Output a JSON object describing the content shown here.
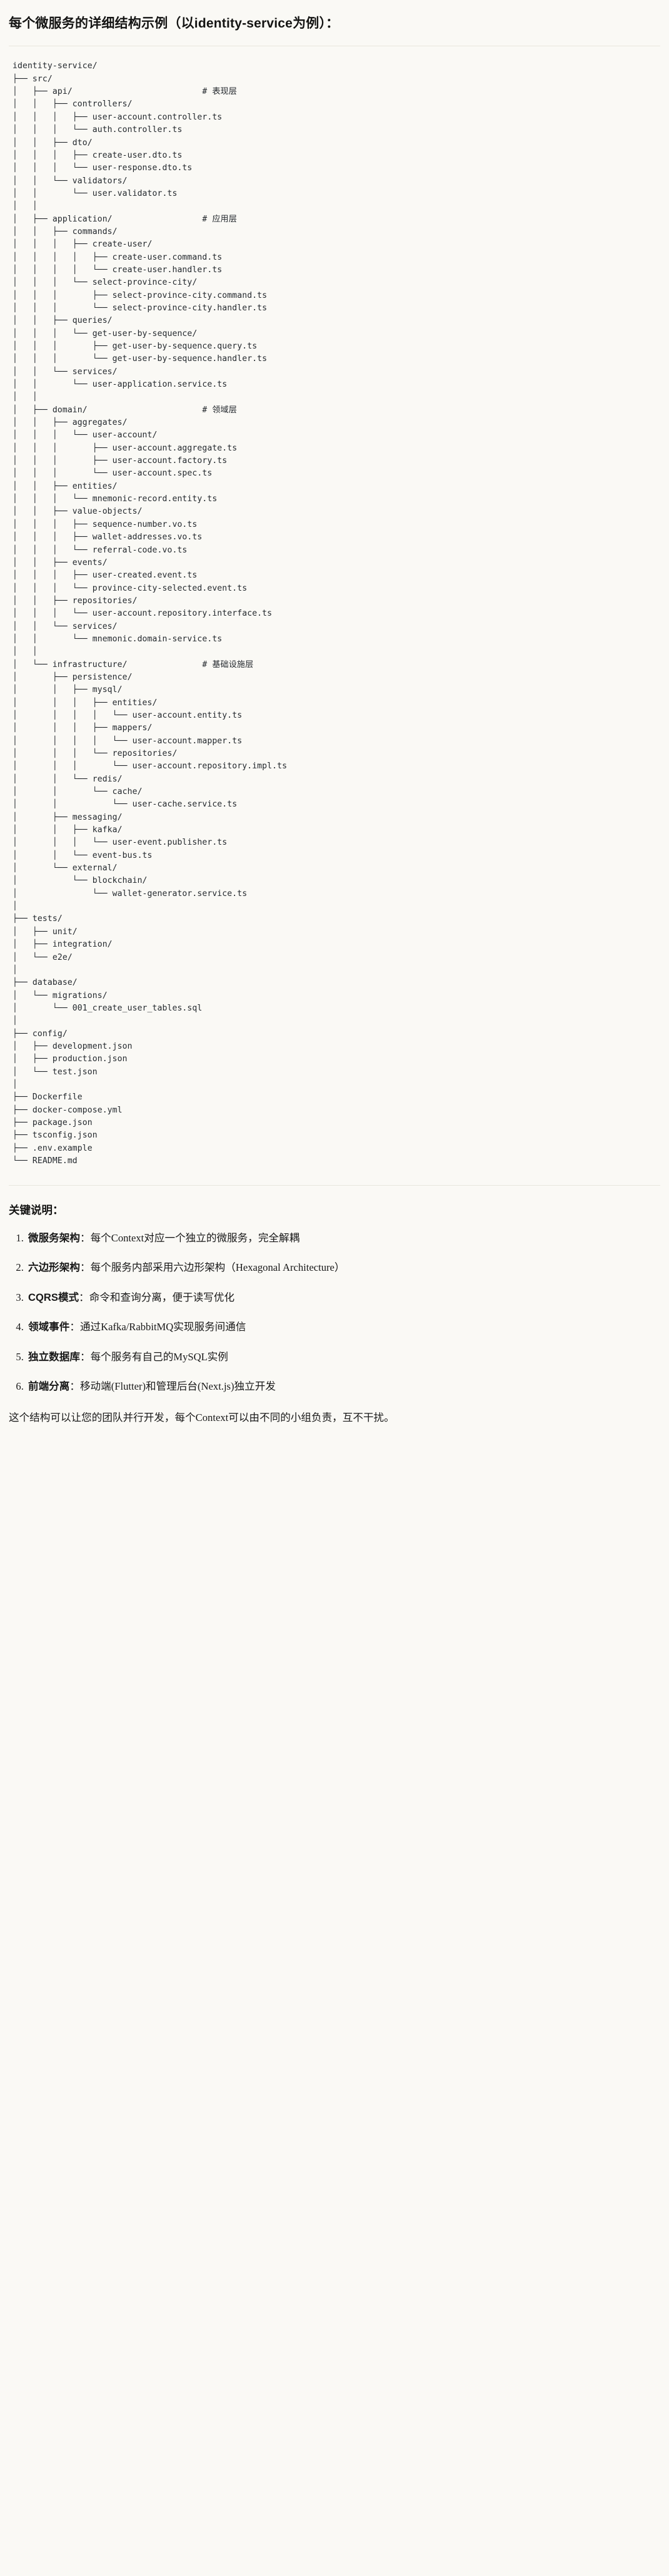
{
  "heading": "每个微服务的详细结构示例（以identity-service为例）：",
  "tree": {
    "root": "identity-service/",
    "text": "identity-service/\n├── src/\n│   ├── api/                          # 表现层\n│   │   ├── controllers/\n│   │   │   ├── user-account.controller.ts\n│   │   │   └── auth.controller.ts\n│   │   ├── dto/\n│   │   │   ├── create-user.dto.ts\n│   │   │   └── user-response.dto.ts\n│   │   └── validators/\n│   │       └── user.validator.ts\n│   │\n│   ├── application/                  # 应用层\n│   │   ├── commands/\n│   │   │   ├── create-user/\n│   │   │   │   ├── create-user.command.ts\n│   │   │   │   └── create-user.handler.ts\n│   │   │   └── select-province-city/\n│   │   │       ├── select-province-city.command.ts\n│   │   │       └── select-province-city.handler.ts\n│   │   ├── queries/\n│   │   │   └── get-user-by-sequence/\n│   │   │       ├── get-user-by-sequence.query.ts\n│   │   │       └── get-user-by-sequence.handler.ts\n│   │   └── services/\n│   │       └── user-application.service.ts\n│   │\n│   ├── domain/                       # 领域层\n│   │   ├── aggregates/\n│   │   │   └── user-account/\n│   │   │       ├── user-account.aggregate.ts\n│   │   │       ├── user-account.factory.ts\n│   │   │       └── user-account.spec.ts\n│   │   ├── entities/\n│   │   │   └── mnemonic-record.entity.ts\n│   │   ├── value-objects/\n│   │   │   ├── sequence-number.vo.ts\n│   │   │   ├── wallet-addresses.vo.ts\n│   │   │   └── referral-code.vo.ts\n│   │   ├── events/\n│   │   │   ├── user-created.event.ts\n│   │   │   └── province-city-selected.event.ts\n│   │   ├── repositories/\n│   │   │   └── user-account.repository.interface.ts\n│   │   └── services/\n│   │       └── mnemonic.domain-service.ts\n│   │\n│   └── infrastructure/               # 基础设施层\n│       ├── persistence/\n│       │   ├── mysql/\n│       │   │   ├── entities/\n│       │   │   │   └── user-account.entity.ts\n│       │   │   ├── mappers/\n│       │   │   │   └── user-account.mapper.ts\n│       │   │   └── repositories/\n│       │   │       └── user-account.repository.impl.ts\n│       │   └── redis/\n│       │       └── cache/\n│       │           └── user-cache.service.ts\n│       ├── messaging/\n│       │   ├── kafka/\n│       │   │   └── user-event.publisher.ts\n│       │   └── event-bus.ts\n│       └── external/\n│           └── blockchain/\n│               └── wallet-generator.service.ts\n│\n├── tests/\n│   ├── unit/\n│   ├── integration/\n│   └── e2e/\n│\n├── database/\n│   └── migrations/\n│       └── 001_create_user_tables.sql\n│\n├── config/\n│   ├── development.json\n│   ├── production.json\n│   └── test.json\n│\n├── Dockerfile\n├── docker-compose.yml\n├── package.json\n├── tsconfig.json\n├── .env.example\n└── README.md",
    "layer_comments": [
      {
        "path": "src/api/",
        "comment": "# 表现层"
      },
      {
        "path": "src/application/",
        "comment": "# 应用层"
      },
      {
        "path": "src/domain/",
        "comment": "# 领域层"
      },
      {
        "path": "src/infrastructure/",
        "comment": "# 基础设施层"
      }
    ]
  },
  "notes": {
    "title": "关键说明：",
    "items": [
      {
        "term": "微服务架构",
        "sep": "：",
        "desc": "每个Context对应一个独立的微服务，完全解耦"
      },
      {
        "term": "六边形架构",
        "sep": "：",
        "desc": "每个服务内部采用六边形架构（Hexagonal Architecture）"
      },
      {
        "term": "CQRS模式",
        "sep": "：",
        "desc": "命令和查询分离，便于读写优化"
      },
      {
        "term": "领域事件",
        "sep": "：",
        "desc": "通过Kafka/RabbitMQ实现服务间通信"
      },
      {
        "term": "独立数据库",
        "sep": "：",
        "desc": "每个服务有自己的MySQL实例"
      },
      {
        "term": "前端分离",
        "sep": "：",
        "desc": "移动端(Flutter)和管理后台(Next.js)独立开发"
      }
    ],
    "closing": "这个结构可以让您的团队并行开发，每个Context可以由不同的小组负责，互不干扰。"
  },
  "colors": {
    "page_bg": "#faf9f5",
    "text": "#191919",
    "code_text": "#23282d",
    "rule": "#e8e6dd"
  }
}
